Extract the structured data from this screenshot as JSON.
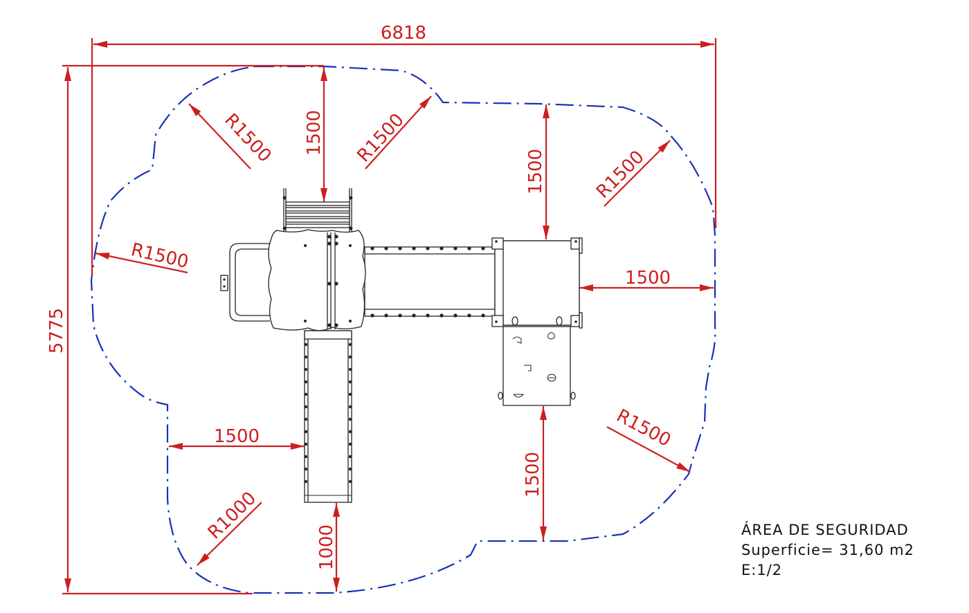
{
  "dimensions": {
    "overall_width": "6818",
    "overall_height": "5775",
    "top_clearance": "1500",
    "platform_top_clearance": "1500",
    "right_clearance": "1500",
    "left_slide_clearance": "1500",
    "bottom_climb_clearance": "1500",
    "slide_end_clearance": "1000"
  },
  "radii": {
    "upper_left": "R1500",
    "upper_middle": "R1500",
    "upper_right": "R1500",
    "left": "R1500",
    "lower_right": "R1500",
    "lower_left": "R1000"
  },
  "legend": {
    "title": "ÁREA DE SEGURIDAD",
    "surface": "Superficie= 31,60 m2",
    "scale": "E:1/2"
  },
  "colors": {
    "dimension": "#cc1f1f",
    "safety_area": "#1530b8",
    "equipment": "#222222"
  }
}
